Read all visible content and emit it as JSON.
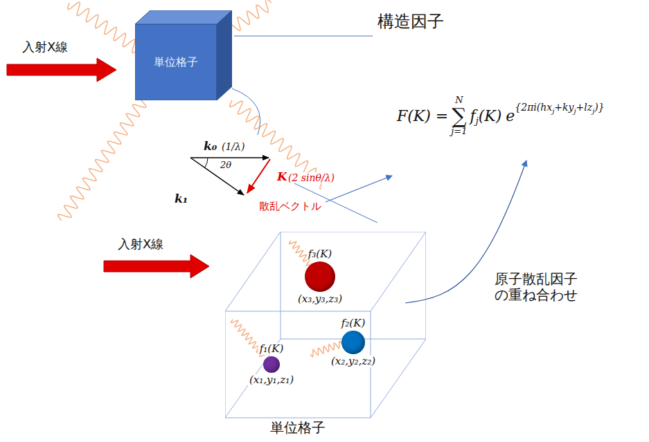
{
  "diagram": {
    "nodes": [
      {
        "text": [
          "単位格子"
        ]
      },
      {
        "text": [
          "単位格子"
        ]
      },
      {
        "text": [
          "f₃(K)",
          "(x₃,y₃,z₃)"
        ],
        "in": 1
      },
      {
        "text": [
          "f₂(K)",
          "(x₂,y₂,z₂)"
        ],
        "in": 1
      },
      {
        "text": [
          "f₁(K)",
          "(x₁,y₁,z₁)"
        ],
        "in": 1
      }
    ],
    "labels": [
      "入射X線",
      "入射X線",
      "構造因子",
      "F(K) =",
      "N",
      "∑",
      "j=1",
      "f",
      "j",
      "(K)",
      "e",
      "{2πi(hx",
      "j",
      "+ky",
      "j",
      "+lz",
      "j",
      ")}",
      "k₀",
      "(1/λ)",
      "k₁",
      "2θ",
      "K",
      "(2 sinθ/λ)",
      "散乱ベクトル",
      "原子散乱因子 の重ね合わせ"
    ]
  }
}
